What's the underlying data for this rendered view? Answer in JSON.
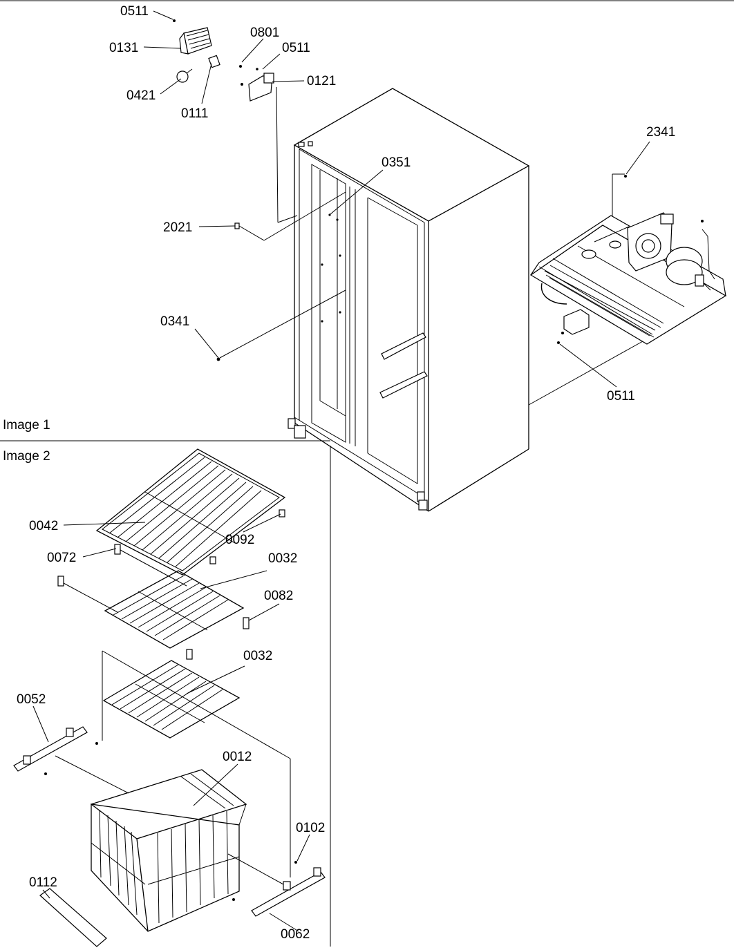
{
  "section_labels": {
    "image1": "Image 1",
    "image2": "Image 2"
  },
  "callouts": {
    "c0511_top": "0511",
    "c0131": "0131",
    "c0801": "0801",
    "c0511_b": "0511",
    "c0121": "0121",
    "c0421": "0421",
    "c0111": "0111",
    "c0351": "0351",
    "c2021": "2021",
    "c0341": "0341",
    "c2341": "2341",
    "c0511_r": "0511",
    "c0042": "0042",
    "c0092": "0092",
    "c0072": "0072",
    "c0032_a": "0032",
    "c0082": "0082",
    "c0032_b": "0032",
    "c0052": "0052",
    "c0012": "0012",
    "c0102": "0102",
    "c0112": "0112",
    "c0062": "0062"
  }
}
